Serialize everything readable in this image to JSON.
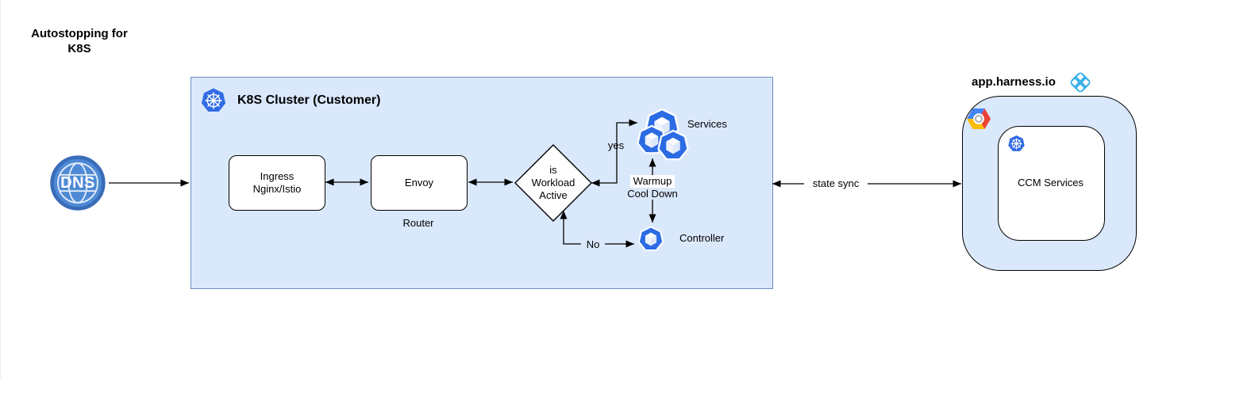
{
  "diagram": {
    "title": "Autostopping for\nK8S"
  },
  "colors": {
    "cluster_fill": "#dae8fc",
    "cluster_border": "#6c8ebf",
    "harness_box_fill": "#dae8fc",
    "node_border": "#000000",
    "kubernetes_blue": "#326ce5",
    "workload_cube_blue": "#2b6be4",
    "dns_blue": "#4e8ad5",
    "dns_ring_blue": "#3a6db8",
    "harness_logo_blue": "#3ab0e8",
    "gcp_blue": "#4285f4",
    "gcp_red": "#ea4335",
    "gcp_yellow": "#fbbc05",
    "edge_black": "#000000"
  },
  "nodes": {
    "dns": {
      "label": "DNS",
      "icon": "dns-globe-icon"
    },
    "cluster": {
      "title": "K8S Cluster (Customer)",
      "icon": "kubernetes-icon"
    },
    "ingress": {
      "label": "Ingress\nNginx/Istio"
    },
    "envoy": {
      "label": "Envoy",
      "sublabel": "Router"
    },
    "decision": {
      "label": "is\nWorkload\nActive"
    },
    "services": {
      "label": "Services",
      "icon": "workload-cubes-icon"
    },
    "controller": {
      "label": "Controller",
      "icon": "workload-cube-icon"
    },
    "harness": {
      "domain": "app.harness.io",
      "logo": "harness-logo",
      "cloud_icon": "gcp-icon"
    },
    "ccm": {
      "label": "CCM Services",
      "icon": "kubernetes-icon"
    }
  },
  "edges": {
    "yes_label": "yes",
    "no_label": "No",
    "warmup_label": "Warmup",
    "cooldown_label": "Cool Down",
    "state_sync_label": "state sync"
  }
}
